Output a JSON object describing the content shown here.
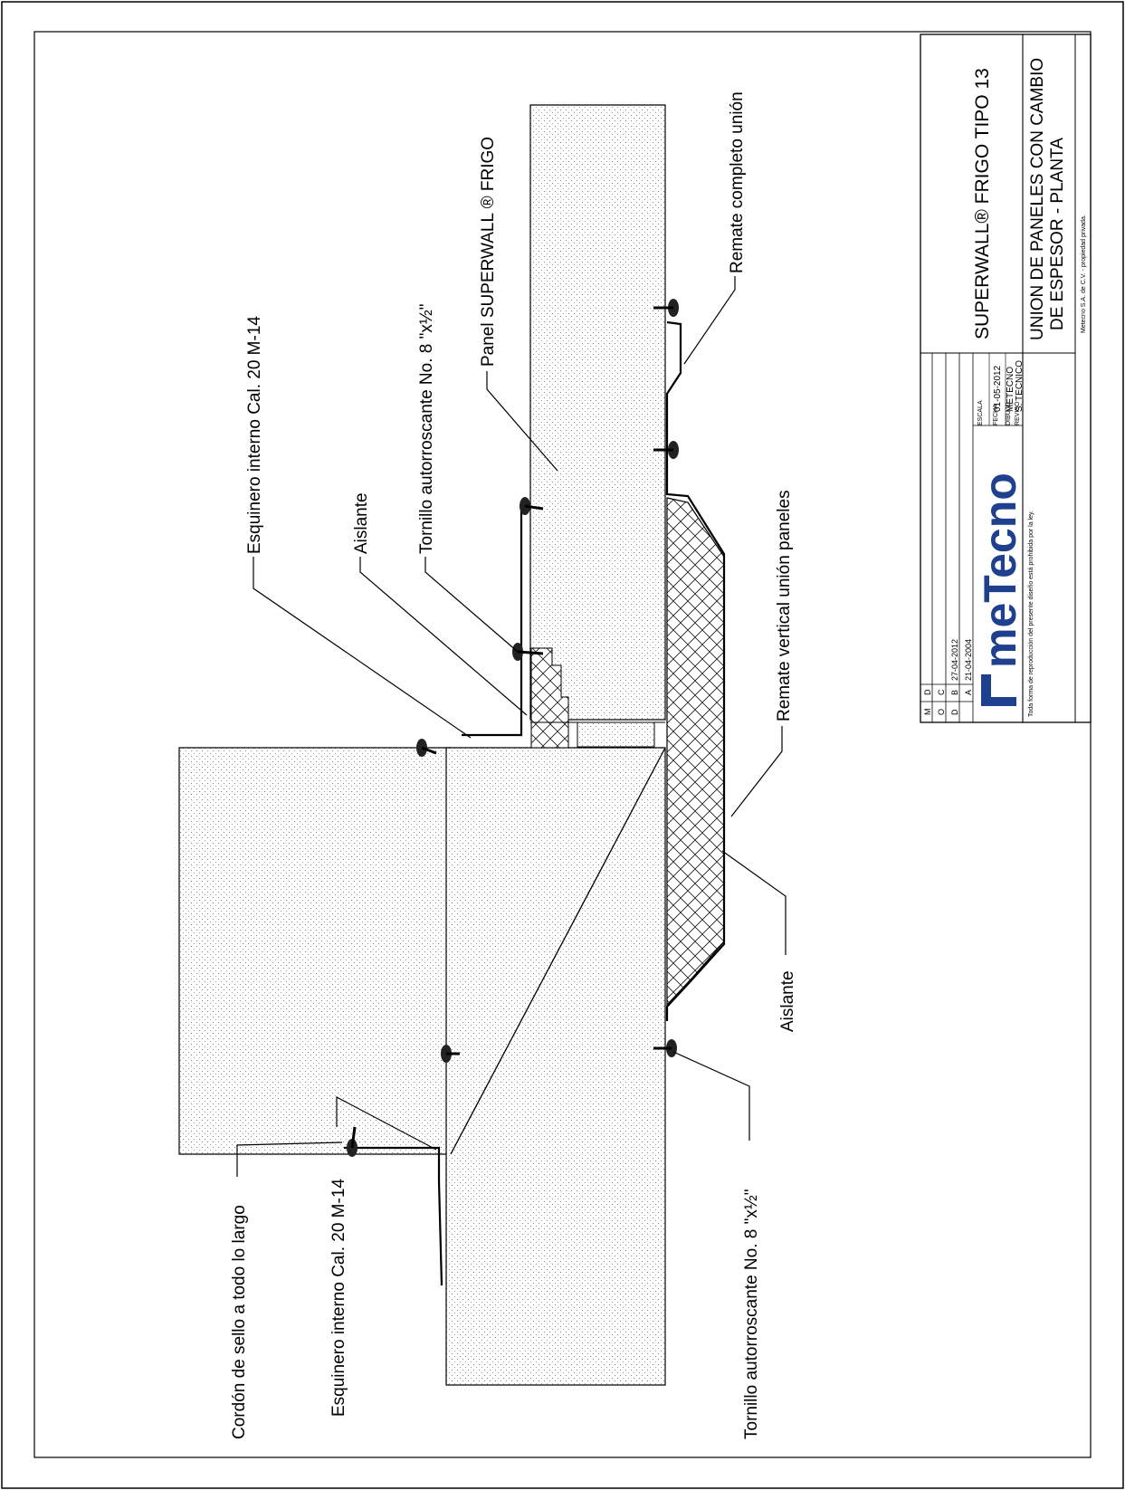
{
  "title_block": {
    "title": "SUPERWALL® FRIGO TIPO 13",
    "subtitle_line1": "UNION DE PANELES CON CAMBIO",
    "subtitle_line2": "DE ESPESOR - PLANTA",
    "date_label": "FECHA",
    "date_value": "01-05-2012",
    "drawn_label": "DIBUJO",
    "drawn_value": "METECNO",
    "checked_label": "REVISÓ",
    "checked_value": "S. TECNICO",
    "scale_label": "ESCALA",
    "legal_notice": "Toda forma de reproducción del presente diseño está prohibida por la ley.",
    "owner": "Metecno S.A. de C.V. - propiedad privada.",
    "revisions_header": [
      "M",
      "O",
      "D"
    ],
    "revisions": [
      {
        "letter": "D",
        "date": ""
      },
      {
        "letter": "C",
        "date": ""
      },
      {
        "letter": "B",
        "date": "27-04-2012"
      },
      {
        "letter": "A",
        "date": "21-04-2004"
      }
    ]
  },
  "logo": {
    "text": "meTecno",
    "color": "#1f3f8f"
  },
  "labels": {
    "esquinero_top": "Esquinero interno Cal. 20 M-14",
    "aislante_top": "Aislante",
    "tornillo_top": "Tornillo autorroscante No. 8 \"x½\"",
    "panel": "Panel SUPERWALL ® FRIGO",
    "remate_completo": "Remate completo unión",
    "remate_vertical": "Remate vertical unión paneles",
    "aislante_bottom": "Aislante",
    "cordon": "Cordón de sello a todo lo largo",
    "esquinero_bottom": "Esquinero interno Cal. 20 M-14",
    "tornillo_bottom": "Tornillo autorroscante No. 8 \"x½\""
  }
}
